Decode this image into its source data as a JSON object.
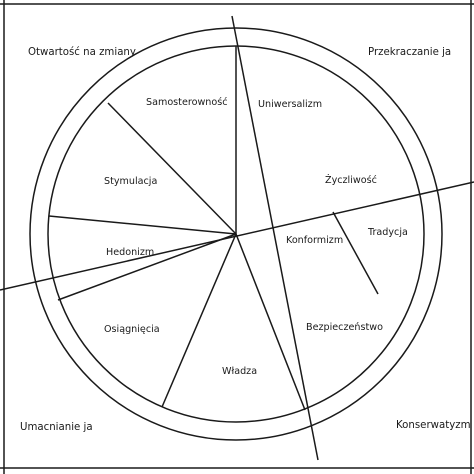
{
  "corners": {
    "top_left": "Otwartość na zmiany",
    "top_right": "Przekraczanie ja",
    "bottom_left": "Umacnianie ja",
    "bottom_right": "Konserwatyzm"
  },
  "values": {
    "samosterownosc": "Samosterowność",
    "uniwersalizm": "Uniwersalizm",
    "stymulacja": "Stymulacja",
    "zyczliwosc": "Życzliwość",
    "tradycja": "Tradycja",
    "konformizm": "Konformizm",
    "hedonizm": "Hedonizm",
    "osiagniecia": "Osiągnięcia",
    "bezpieczenstwo": "Bezpieczeństwo",
    "wladza": "Władza"
  },
  "colors": {
    "line": "#1a1a1a",
    "background": "#ffffff"
  }
}
